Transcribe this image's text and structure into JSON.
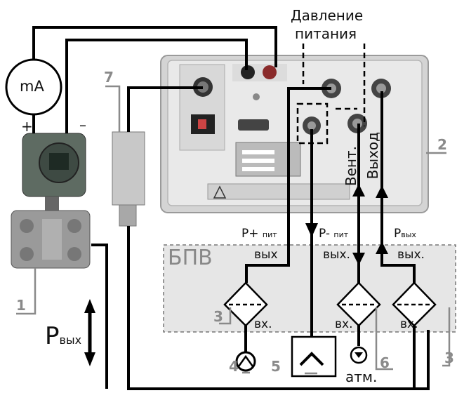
{
  "header": {
    "line1": "Давление",
    "line2": "питания"
  },
  "ammeter": {
    "label": "mA",
    "plus": "+",
    "minus": "–"
  },
  "callouts": {
    "c1": "1",
    "c2": "2",
    "c3a": "3",
    "c3b": "3",
    "c4": "4",
    "c5": "5",
    "c6": "6",
    "c7": "7"
  },
  "panel_labels": {
    "vent": "Вент.",
    "output": "Выход"
  },
  "lines": {
    "p_plus_main": "P+",
    "p_plus_sub": "пит",
    "p_minus_main": "P-",
    "p_minus_sub": "пит",
    "p_out_main": "P",
    "p_out_sub": "вых"
  },
  "bpv": {
    "title": "БПВ"
  },
  "ports": {
    "out1": "вых",
    "out2": "вых.",
    "out3": "вых.",
    "in1": "вх.",
    "in2": "вх.",
    "in3": "вх."
  },
  "atm": "атм.",
  "pressure": {
    "main": "Р",
    "sub": "вых"
  },
  "colors": {
    "line": "#000000",
    "callout": "#8a8a8a",
    "bpv_fill": "#e6e6e6",
    "panel": "#d9d9d9"
  }
}
